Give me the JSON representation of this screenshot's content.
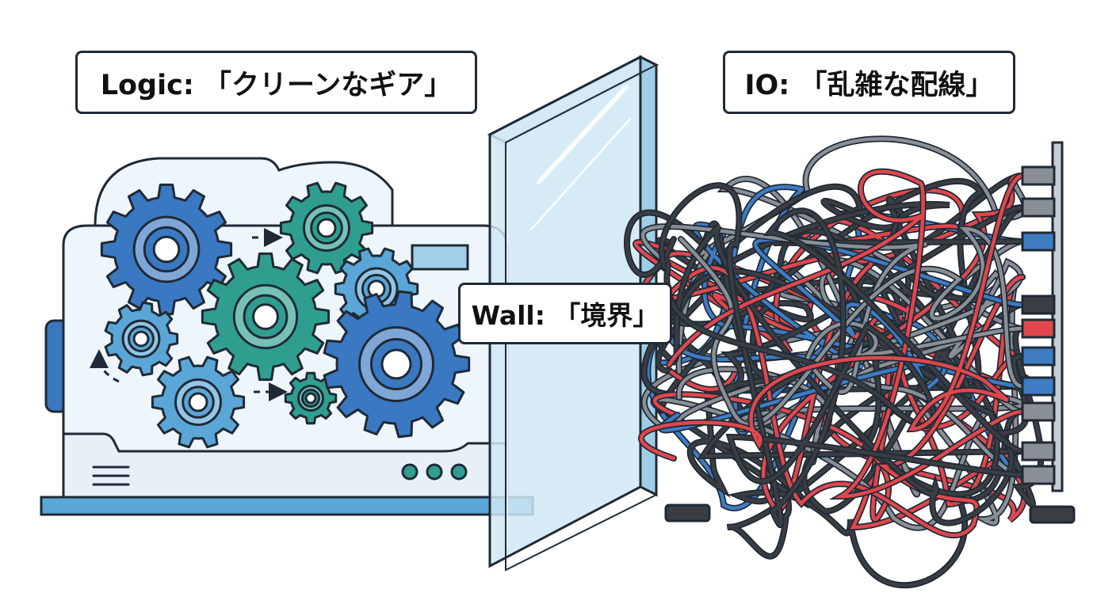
{
  "labels": {
    "logic": "Logic: 「クリーンなギア」",
    "io": "IO: 「乱雑な配線」",
    "wall": "Wall: 「境界」"
  },
  "colors": {
    "outline": "#1f2a36",
    "gear_blue": "#3a78c2",
    "gear_teal": "#2f9e8f",
    "gear_light": "#5aa6d6",
    "machine_fill": "#eef5fb",
    "glass_fill": "#cfe8f5",
    "cable_red": "#e0474c",
    "cable_blue": "#3e7cc4",
    "cable_gray": "#8a8f96",
    "cable_dark": "#3a3d42"
  },
  "icons": [
    "gear-icon",
    "glass-pane-icon",
    "cable-plug-icon",
    "arrow-icon"
  ]
}
